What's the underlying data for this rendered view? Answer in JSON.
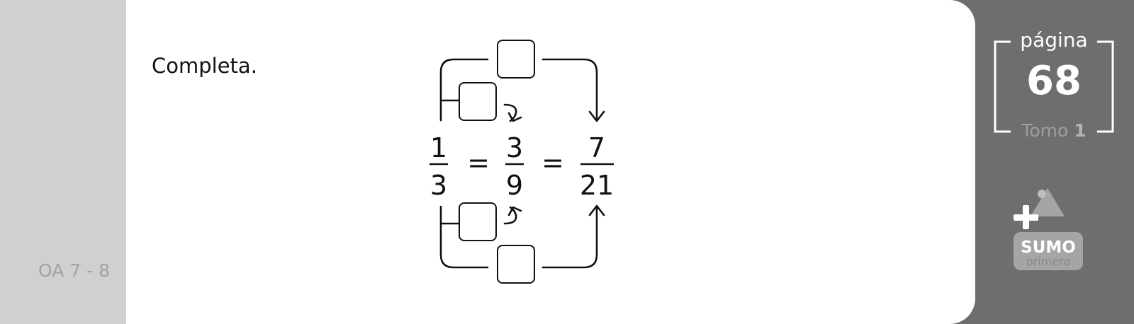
{
  "sidebar": {
    "oa_code": "OA 7 - 8"
  },
  "instruction": "Completa.",
  "exercise": {
    "fractions": [
      {
        "numerator": "1",
        "denominator": "3"
      },
      {
        "numerator": "3",
        "denominator": "9"
      },
      {
        "numerator": "7",
        "denominator": "21"
      }
    ],
    "equals_sign": "="
  },
  "page_badge": {
    "label": "página",
    "number": "68",
    "tomo_label": "Tomo",
    "tomo_number": "1"
  },
  "logo": {
    "line1": "SUMO",
    "line2": "primero"
  },
  "colors": {
    "sidebar_bg": "#d0d0d0",
    "right_panel_bg": "#6e6e6e",
    "content_bg": "#ffffff"
  }
}
